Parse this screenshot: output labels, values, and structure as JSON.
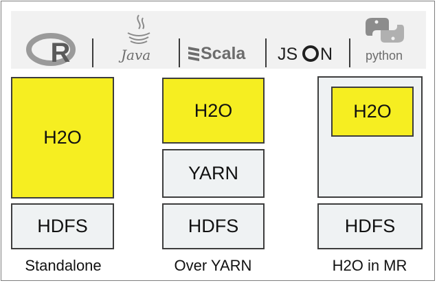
{
  "languages": {
    "r_letter": "R",
    "java": "Java",
    "scala": "Scala",
    "json_prefix": "JS",
    "json_suffix": "N",
    "python": "python"
  },
  "colors": {
    "h2o_fill": "#f6ee21",
    "stack_fill": "#eff2f3",
    "border": "#3c3c3c",
    "lang_bar": "#f1f1f1"
  },
  "deployments": [
    {
      "caption": "Standalone",
      "h2o": "H2O",
      "storage": "HDFS"
    },
    {
      "caption": "Over YARN",
      "h2o": "H2O",
      "resource_manager": "YARN",
      "storage": "HDFS"
    },
    {
      "caption": "H2O in MR",
      "h2o": "H2O",
      "storage": "HDFS"
    }
  ]
}
